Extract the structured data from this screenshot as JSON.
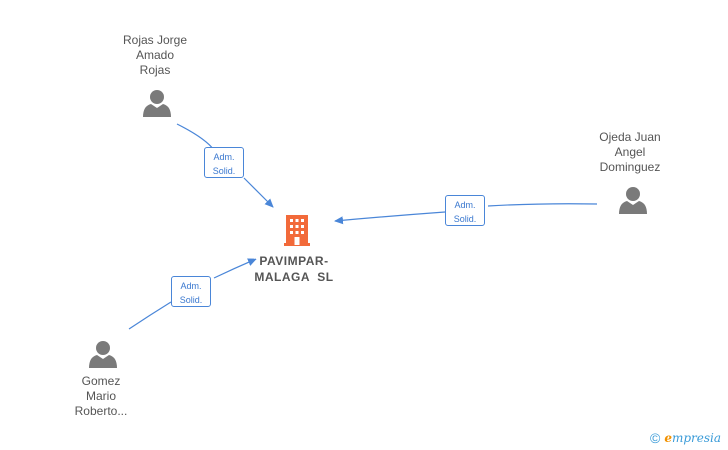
{
  "diagram": {
    "company": {
      "name_line1": "PAVIMPAR-",
      "name_line2": "MALAGA  SL",
      "icon": "building-icon",
      "color": "#f26a3a"
    },
    "persons": [
      {
        "id": "rojas",
        "lines": [
          "Rojas Jorge",
          "Amado",
          "Rojas"
        ],
        "icon": "person-icon"
      },
      {
        "id": "ojeda",
        "lines": [
          "Ojeda Juan",
          "Angel",
          "Dominguez"
        ],
        "icon": "person-icon"
      },
      {
        "id": "gomez",
        "lines": [
          "Gomez",
          "Mario",
          "Roberto..."
        ],
        "icon": "person-icon"
      }
    ],
    "edges": [
      {
        "from": "rojas",
        "to": "company",
        "label_line1": "Adm.",
        "label_line2": "Solid."
      },
      {
        "from": "ojeda",
        "to": "company",
        "label_line1": "Adm.",
        "label_line2": "Solid."
      },
      {
        "from": "gomez",
        "to": "company",
        "label_line1": "Adm.",
        "label_line2": "Solid."
      }
    ],
    "colors": {
      "edge": "#4a86d8",
      "person": "#7a7a7a",
      "text": "#555555"
    }
  },
  "watermark": {
    "copyright_symbol": "©",
    "brand_initial": "e",
    "brand_rest": "mpresia"
  }
}
